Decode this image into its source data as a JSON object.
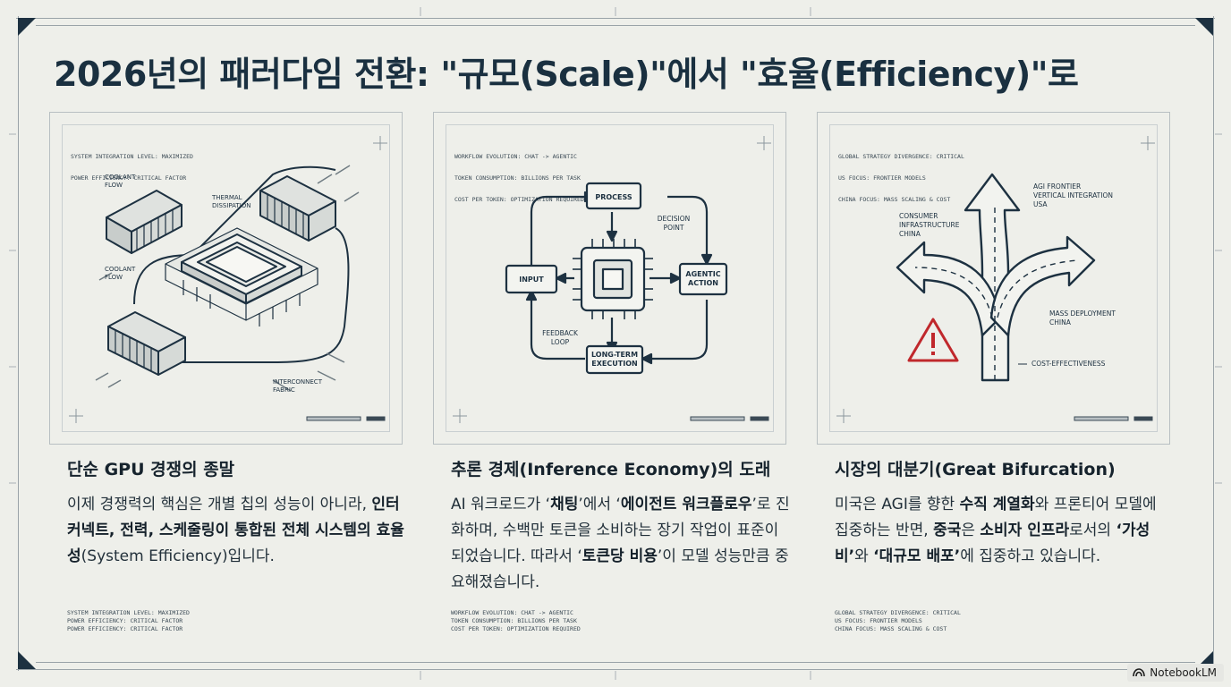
{
  "title": "2026년의 패러다임 전환: \"규모(Scale)\"에서 \"효율(Efficiency)\"로",
  "panels": [
    {
      "spec_top": [
        "SYSTEM INTEGRATION LEVEL: MAXIMIZED",
        "POWER EFFICIENCY: CRITICAL FACTOR"
      ],
      "labels": {
        "coolant1": "COOLANT\nFLOW",
        "thermal": "THERMAL\nDISSIPATION",
        "coolant2": "COOLANT\nFLOW",
        "interconnect": "INTERCONNECT\nFABRIC"
      },
      "heading": "단순 GPU 경쟁의 종말",
      "body": [
        {
          "t": "이제 경쟁력의 핵심은 개별 칩의 성능이 아니라, ",
          "b": false
        },
        {
          "t": "인터커넥트, 전력, 스케줄링이 통합된 전체 시스템의 효율성",
          "b": true
        },
        {
          "t": "(System Efficiency)입니다.",
          "b": false
        }
      ],
      "foot": [
        "SYSTEM INTEGRATION LEVEL: MAXIMIZED",
        "POWER EFFICIENCY: CRITICAL FACTOR",
        "POWER EFFICIENCY: CRITICAL FACTOR"
      ]
    },
    {
      "spec_top": [
        "WORKFLOW EVOLUTION: CHAT -> AGENTIC",
        "TOKEN CONSUMPTION: BILLIONS PER TASK",
        "COST PER TOKEN: OPTIMIZATION REQUIRED"
      ],
      "labels": {
        "process": "PROCESS",
        "decision": "DECISION\nPOINT",
        "input": "INPUT",
        "agentic": "AGENTIC\nACTION",
        "feedback": "FEEDBACK\nLOOP",
        "longterm": "LONG-TERM\nEXECUTION"
      },
      "heading": "추론 경제(Inference Economy)의 도래",
      "body": [
        {
          "t": "AI 워크로드가 ‘",
          "b": false
        },
        {
          "t": "채팅",
          "b": true
        },
        {
          "t": "’에서 ‘",
          "b": false
        },
        {
          "t": "에이전트 워크플로우",
          "b": true
        },
        {
          "t": "’로 진화하며, 수백만 토큰을 소비하는 장기 작업이 표준이 되었습니다. 따라서 ‘",
          "b": false
        },
        {
          "t": "토큰당 비용",
          "b": true
        },
        {
          "t": "’이 모델 성능만큼 중요해졌습니다.",
          "b": false
        }
      ],
      "foot": [
        "WORKFLOW EVOLUTION: CHAT -> AGENTIC",
        "TOKEN CONSUMPTION: BILLIONS PER TASK",
        "COST PER TOKEN: OPTIMIZATION REQUIRED"
      ]
    },
    {
      "spec_top": [
        "GLOBAL STRATEGY DIVERGENCE: CRITICAL",
        "US FOCUS: FRONTIER MODELS",
        "CHINA FOCUS: MASS SCALING & COST"
      ],
      "labels": {
        "agi": "AGI FRONTIER\nVERTICAL INTEGRATION\nUSA",
        "consumer": "CONSUMER\nINFRASTRUCTURE\nCHINA",
        "mass": "MASS DEPLOYMENT\nCHINA",
        "cost": "COST-EFFECTIVENESS"
      },
      "heading": "시장의 대분기(Great Bifurcation)",
      "body": [
        {
          "t": "미국은 AGI를 향한 ",
          "b": false
        },
        {
          "t": "수직 계열화",
          "b": true
        },
        {
          "t": "와 프론티어 모델에 집중하는 반면, ",
          "b": false
        },
        {
          "t": "중국",
          "b": true
        },
        {
          "t": "은 ",
          "b": false
        },
        {
          "t": "소비자 인프라",
          "b": true
        },
        {
          "t": "로서의 ",
          "b": false
        },
        {
          "t": "‘가성비’",
          "b": true
        },
        {
          "t": "와 ",
          "b": false
        },
        {
          "t": "‘대규모 배포’",
          "b": true
        },
        {
          "t": "에 집중하고 있습니다.",
          "b": false
        }
      ],
      "foot": [
        "GLOBAL STRATEGY DIVERGENCE: CRITICAL",
        "US FOCUS: FRONTIER MODELS",
        "CHINA FOCUS: MASS SCALING & COST"
      ]
    }
  ],
  "badge": "NotebookLM",
  "colors": {
    "ink": "#1d3141",
    "warning": "#c0282c",
    "paper": "#eeefea"
  }
}
